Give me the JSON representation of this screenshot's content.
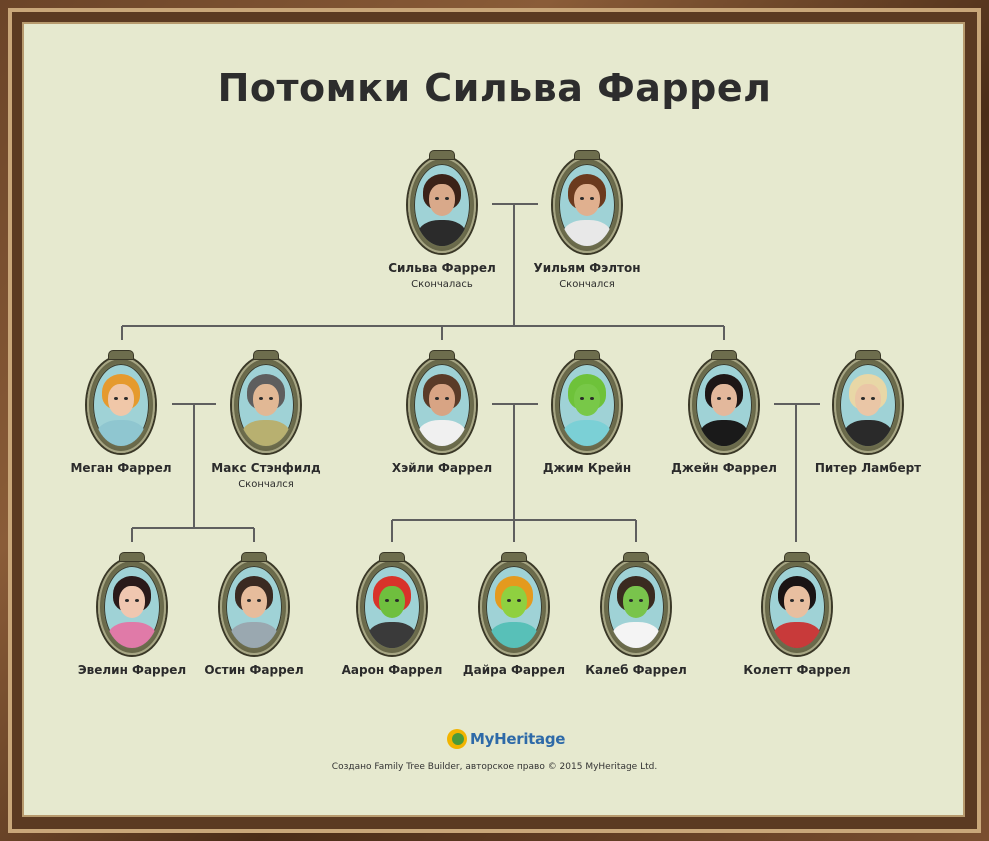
{
  "title": "Потомки Сильва Фаррел",
  "people": {
    "silva": {
      "name": "Сильва Фаррел",
      "status": "Скончалась",
      "hair": "#3b2218",
      "skin": "#d9a98a",
      "clothes": "#2b2b2b"
    },
    "william": {
      "name": "Уильям Фэлтон",
      "status": "Скончался",
      "hair": "#6b3a1e",
      "skin": "#e0b08f",
      "clothes": "#e8e8e8"
    },
    "megan": {
      "name": "Меган Фаррел",
      "status": "",
      "hair": "#e59a2e",
      "skin": "#f0c7a8",
      "clothes": "#8fc6d0"
    },
    "max": {
      "name": "Макс Стэнфилд",
      "status": "Скончался",
      "hair": "#5e5e5e",
      "skin": "#e1b895",
      "clothes": "#b8b070"
    },
    "hayley": {
      "name": "Хэйли Фаррел",
      "status": "",
      "hair": "#5a3b28",
      "skin": "#d8a484",
      "clothes": "#f0f0f0"
    },
    "jim": {
      "name": "Джим Крейн",
      "status": "",
      "hair": "#6ec23a",
      "skin": "#78c848",
      "clothes": "#7bd0d6"
    },
    "jane": {
      "name": "Джейн Фаррел",
      "status": "",
      "hair": "#1e1616",
      "skin": "#e3b89c",
      "clothes": "#1a1a1a"
    },
    "peter": {
      "name": "Питер Ламберт",
      "status": "",
      "hair": "#e8d7a6",
      "skin": "#eac6a6",
      "clothes": "#2a2a2a"
    },
    "evelyn": {
      "name": "Эвелин Фаррел",
      "status": "",
      "hair": "#2a1a1a",
      "skin": "#f0c7b0",
      "clothes": "#e07aa8"
    },
    "austin": {
      "name": "Остин Фаррел",
      "status": "",
      "hair": "#3a2a22",
      "skin": "#e6bc9c",
      "clothes": "#9aa8b0"
    },
    "aaron": {
      "name": "Аарон Фаррел",
      "status": "",
      "hair": "#d8332a",
      "skin": "#6fbf3e",
      "clothes": "#3a3a3a"
    },
    "dayra": {
      "name": "Дайра Фаррел",
      "status": "",
      "hair": "#e49a1e",
      "skin": "#8fd040",
      "clothes": "#58c0b8"
    },
    "caleb": {
      "name": "Калеб Фаррел",
      "status": "",
      "hair": "#3a2a20",
      "skin": "#79c44c",
      "clothes": "#f4f4f4"
    },
    "colette": {
      "name": "Колетт Фаррел",
      "status": "",
      "hair": "#1a1414",
      "skin": "#e8bfa0",
      "clothes": "#c83a3a"
    }
  },
  "footer": {
    "logo_text": "MyHeritage",
    "copyright": "Создано Family Tree Builder, авторское право © 2015 MyHeritage Ltd."
  }
}
